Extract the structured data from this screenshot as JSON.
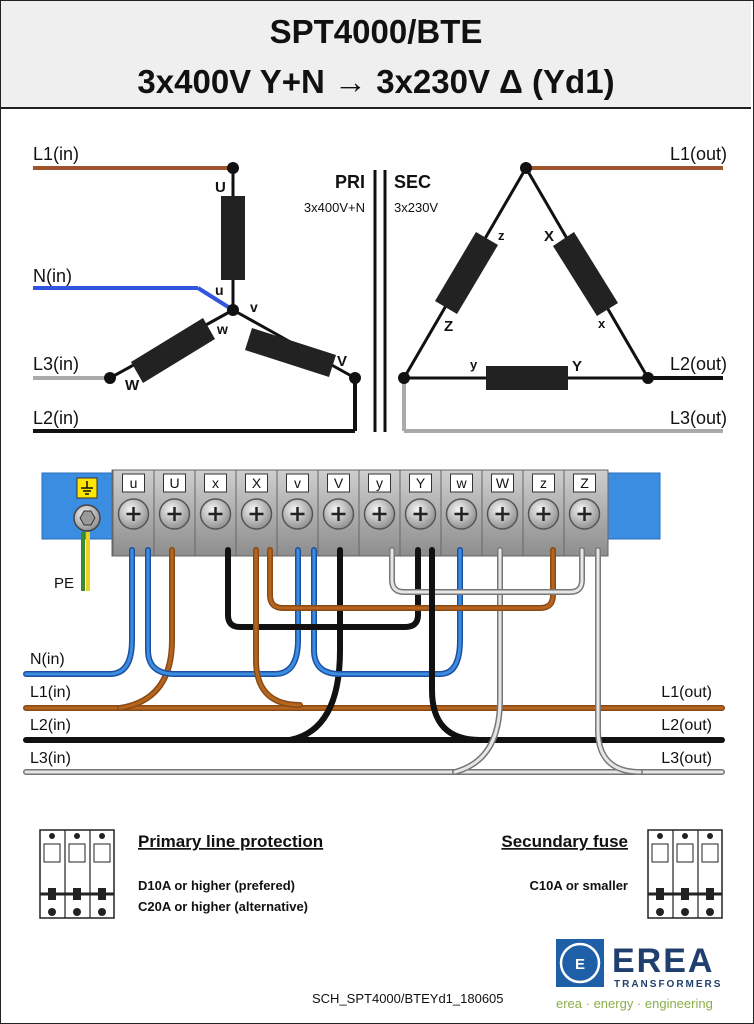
{
  "header": {
    "title": "SPT4000/BTE",
    "subtitle": "3x400V Y+N → 3x230V Δ  (Yd1)"
  },
  "schematic": {
    "lines_in": [
      "L1(in)",
      "N(in)",
      "L3(in)",
      "L2(in)"
    ],
    "lines_out": [
      "L1(out)",
      "L2(out)",
      "L3(out)"
    ],
    "primary": {
      "label": "PRI",
      "voltage": "3x400V+N"
    },
    "secondary": {
      "label": "SEC",
      "voltage": "3x230V"
    },
    "star_terms": {
      "U": "U",
      "u": "u",
      "v": "v",
      "w": "w",
      "V": "V",
      "W": "W"
    },
    "delta_terms": {
      "z": "z",
      "X": "X",
      "Z": "Z",
      "x": "x",
      "y": "y",
      "Y": "Y"
    }
  },
  "terminal_block": {
    "labels": [
      "u",
      "U",
      "x",
      "X",
      "v",
      "V",
      "y",
      "Y",
      "w",
      "W",
      "z",
      "Z"
    ],
    "pe_label": "PE"
  },
  "wiring": {
    "left": [
      "N(in)",
      "L1(in)",
      "L2(in)",
      "L3(in)"
    ],
    "right": [
      "L1(out)",
      "L2(out)",
      "L3(out)"
    ]
  },
  "protection": {
    "primary_title": "Primary line protection",
    "primary_lines": [
      "D10A or higher (prefered)",
      "C20A or higher (alternative)"
    ],
    "secondary_title": "Secundary fuse",
    "secondary_lines": [
      "C10A or smaller"
    ]
  },
  "footer": {
    "doc_id": "SCH_SPT4000/BTEYd1_180605",
    "brand": "EREA",
    "brand_sub": "TRANSFORMERS",
    "tagline": "erea · energy · engineering"
  },
  "colors": {
    "brown": "#a0522d",
    "blue": "#3355dd",
    "gray": "#aaaaaa",
    "black": "#111111",
    "block_blue": "#3a8de0",
    "brand": "#1f5fa8"
  }
}
